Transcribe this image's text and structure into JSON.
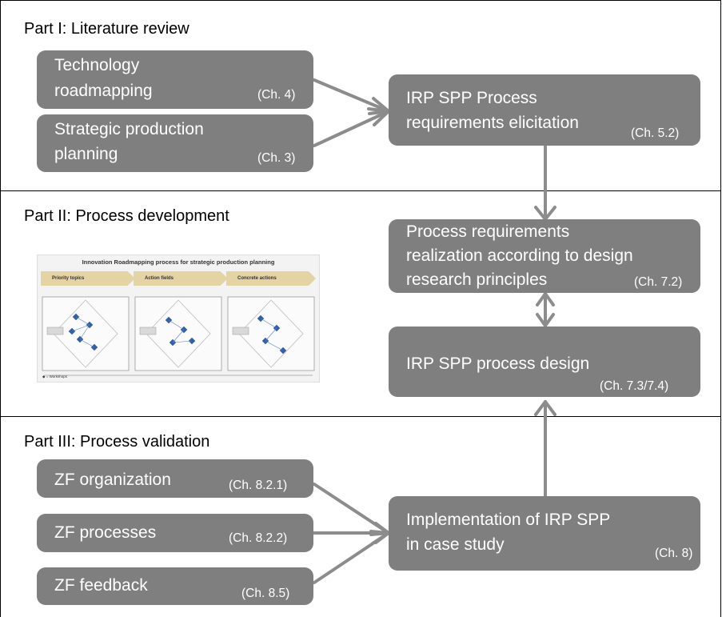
{
  "colors": {
    "box": "#7f7f7f",
    "box_text": "#ffffff",
    "arrow": "#8c8c8c",
    "border": "#000000"
  },
  "sections": [
    {
      "title": "Part I: Literature review"
    },
    {
      "title": "Part II: Process development"
    },
    {
      "title": "Part III: Process validation"
    }
  ],
  "boxes": {
    "tech_roadmapping": {
      "line1": "Technology",
      "line2": "roadmapping",
      "chapter": "(Ch. 4)"
    },
    "strategic_planning": {
      "line1": "Strategic production",
      "line2": "planning",
      "chapter": "(Ch. 3)"
    },
    "requirements_elicitation": {
      "line1": "IRP SPP Process",
      "line2": "requirements elicitation",
      "chapter": "(Ch. 5.2)"
    },
    "requirements_realization": {
      "line1": "Process requirements",
      "line2": "realization according to design",
      "line3": "research principles",
      "chapter": "(Ch. 7.2)"
    },
    "process_design": {
      "line1": "IRP SPP process design",
      "chapter": "(Ch. 7.3/7.4)"
    },
    "zf_organization": {
      "line1": "ZF organization",
      "chapter": "(Ch. 8.2.1)"
    },
    "zf_processes": {
      "line1": "ZF processes",
      "chapter": "(Ch. 8.2.2)"
    },
    "zf_feedback": {
      "line1": "ZF feedback",
      "chapter": "(Ch. 8.5)"
    },
    "implementation": {
      "line1": "Implementation of IRP SPP",
      "line2": "in case study",
      "chapter": "(Ch. 8)"
    }
  },
  "thumbnail": {
    "title": "Innovation Roadmapping process for strategic production planning",
    "phases": [
      "Priority topics",
      "Action fields",
      "Concrete actions"
    ],
    "legend": "◆ = Workshops"
  }
}
